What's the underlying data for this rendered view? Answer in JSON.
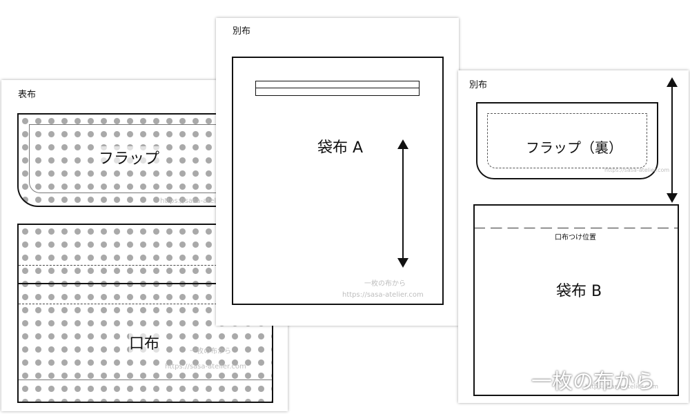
{
  "sheet_left": {
    "label": "表布",
    "flap_label": "フラップ",
    "mouth_label": "口布",
    "watermark_jp": "一枚の布から",
    "watermark_url": "https://sasa-atelier.com"
  },
  "sheet_middle": {
    "label": "別布",
    "bag_label": "袋布 A",
    "watermark_jp": "一枚の布から",
    "watermark_url": "https://sasa-atelier.com"
  },
  "sheet_right": {
    "label": "別布",
    "flap_label": "フラップ（裏）",
    "flap_watermark": "https://sasa-atelier.com",
    "placement_label": "口布つけ位置",
    "bag_label": "袋布 B",
    "watermark_url": "https://sasa-atelier.com"
  },
  "brand_watermark": "一枚の布から",
  "colors": {
    "dot": "#a9a9a9",
    "line": "#111111",
    "watermark": "#bdbdbd"
  }
}
